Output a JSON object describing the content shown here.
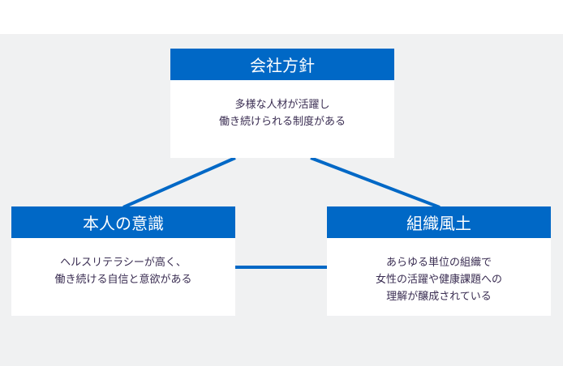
{
  "boxes": {
    "policy": {
      "title": "会社方針",
      "lines": [
        "多様な人材が活躍し",
        "働き続けられる制度がある"
      ]
    },
    "awareness": {
      "title": "本人の意識",
      "lines": [
        "ヘルスリテラシーが高く、",
        "働き続ける自信と意欲がある"
      ]
    },
    "culture": {
      "title": "組織風土",
      "lines": [
        "あらゆる単位の組織で",
        "女性の活躍や健康課題への",
        "理解が醸成されている"
      ]
    }
  },
  "colors": {
    "accent": "#0068c6",
    "text": "#3a2d52",
    "background": "#f0f1f2"
  }
}
